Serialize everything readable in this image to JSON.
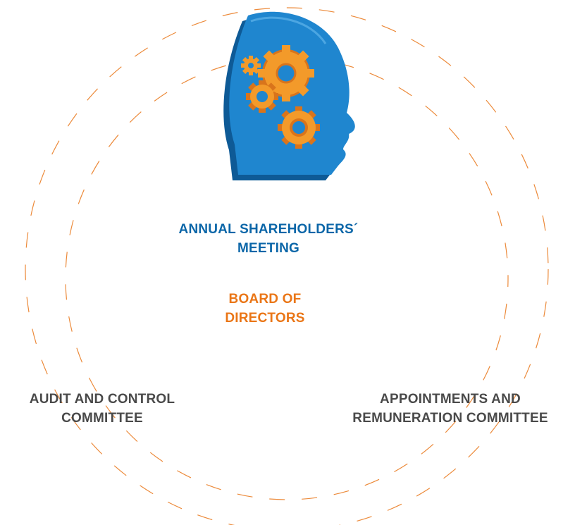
{
  "colors": {
    "shareholders": "#0b66a8",
    "board": "#ea7617",
    "committees": "#4a4a4a",
    "dashed_ring": "#ec8a3a",
    "head_front": "#1f86cf",
    "head_side": "#0e5a96",
    "gear": "#f39a2a",
    "gear_dark": "#d9741b"
  },
  "icon": "head-with-gears-icon",
  "nodes": {
    "shareholders": {
      "line1": "ANNUAL SHAREHOLDERS´",
      "line2": "MEETING"
    },
    "board": {
      "line1": "BOARD OF",
      "line2": "DIRECTORS"
    },
    "audit": {
      "line1": "AUDIT AND CONTROL",
      "line2": "COMMITTEE"
    },
    "appointments": {
      "line1": "APPOINTMENTS AND",
      "line2": "REMUNERATION COMMITTEE"
    }
  }
}
